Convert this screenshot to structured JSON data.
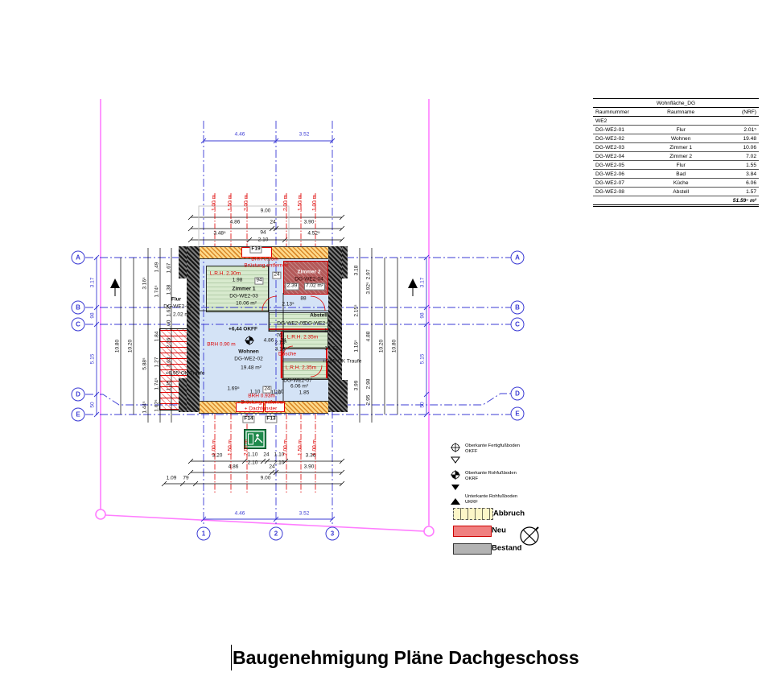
{
  "page_title": "Baugenehmigung Pläne Dachgeschoss",
  "table": {
    "title": "Wohnfläche_DG",
    "headers": [
      "Raumnummer",
      "Raumname",
      "(NRF)"
    ],
    "group": "WE2",
    "rows": [
      {
        "num": "DG-WE2-01",
        "name": "Flur",
        "area": "2.01⁵"
      },
      {
        "num": "DG-WE2-02",
        "name": "Wohnen",
        "area": "19.48"
      },
      {
        "num": "DG-WE2-03",
        "name": "Zimmer 1",
        "area": "10.06"
      },
      {
        "num": "DG-WE2-04",
        "name": "Zimmer 2",
        "area": "7.02"
      },
      {
        "num": "DG-WE2-05",
        "name": "Flur",
        "area": "1.55"
      },
      {
        "num": "DG-WE2-06",
        "name": "Bad",
        "area": "3.84"
      },
      {
        "num": "DG-WE2-07",
        "name": "Küche",
        "area": "6.06"
      },
      {
        "num": "DG-WE2-08",
        "name": "Abstell",
        "area": "1.57"
      }
    ],
    "total": "51.59⁴ m²"
  },
  "grid": {
    "rows": [
      "A",
      "B",
      "C",
      "D",
      "E"
    ],
    "cols": [
      "1",
      "2",
      "3"
    ]
  },
  "legend": {
    "okff1": "Oberkante Fertigfußboden",
    "okff2": "OKFF",
    "okrf1": "Oberkante Rohfußboden",
    "okrf2": "OKRF",
    "ukrf1": "Unterkante Rohfußboden",
    "ukrf2": "UKRF",
    "abbruch": "Abbruch",
    "neu": "Neu",
    "bestand": "Bestand"
  },
  "colors": {
    "neu": "#f08080",
    "bestand": "#b3b3b3",
    "abbruch": "#fdf6c8",
    "grid_blue": "#3b3bd4",
    "boundary_magenta": "#ff7dff",
    "annotation_red": "#dd0000"
  },
  "rooms": {
    "flur1": {
      "name": "Flur",
      "id": "DG-WE2-01",
      "area": "2.02 m²"
    },
    "wohnen": {
      "name": "Wohnen",
      "id": "DG-WE2-02",
      "area": "19.48 m²"
    },
    "zimmer1": {
      "name": "Zimmer 1",
      "id": "DG-WE2-03",
      "area": "10.06 m²"
    },
    "zimmer2": {
      "name": "Zimmer 2",
      "id": "DG-WE2-04",
      "area": "7.02 m²"
    },
    "flur2": {
      "id": "DG-WE2-05"
    },
    "kueche": {
      "id": "DG-WE2-07",
      "area": "6.06 m²"
    },
    "abstell": {
      "name": "Abstell",
      "id": "DG-WE2-08",
      "area": "1.57 m²"
    }
  },
  "annotations": {
    "okff_level": "+6,44 OKFF",
    "traufe_left": "+6,95⁵OK Traufe",
    "traufe_right": "+6,95⁵OK Traufe",
    "brh090": "BRH 0.90 m",
    "lrh230": "L.R.H. 2.30m",
    "lrh235a": "L.R.H. 2.35m",
    "lrh235b": "L.R.H. 2.35m",
    "dusche": "Dusche",
    "top_note1": "BRH 0.93m",
    "top_note2": "Brüstung entfernen",
    "bot_note1": "BRH 0.93m",
    "bot_note2": "Brüstung entfernen",
    "bot_note3": "+ Dachfenster",
    "f19": "F19",
    "f14": "F14",
    "f13": "F13"
  },
  "dims": {
    "top": {
      "d900": "9.00",
      "r2": [
        "4.86",
        "24",
        "3.90"
      ],
      "r3": [
        "3.48⁵",
        "94",
        "2.10",
        "4.52⁵"
      ]
    },
    "bottom": {
      "r1": [
        "3.20",
        "1.10",
        "2.10",
        "24",
        "1.10",
        "2.10",
        "3.36"
      ],
      "r2": [
        "4.86",
        "24",
        "3.90"
      ],
      "r3": [
        "1.09",
        "79",
        "9.00"
      ]
    },
    "blue": {
      "h1": "4.46",
      "h2": "3.52",
      "v": [
        "3.17",
        "98",
        "5.15",
        "50"
      ]
    },
    "left": {
      "t1": "10.80",
      "t2": "10.20",
      "c3": [
        "3.16⁵",
        "5.88⁵",
        "1.44⁵"
      ],
      "c4": [
        "1.49",
        "1.74⁵",
        "1.84",
        "1.27",
        "1.74⁵",
        "1.62⁵"
      ],
      "c5": [
        "1.67",
        "1.38",
        "1.62⁵",
        "1.00",
        "2.26",
        "1.63",
        "1.35"
      ]
    },
    "right": {
      "t1": "10.80",
      "t2": "10.20",
      "c3": [
        "3.18",
        "2.15⁵",
        "1.16⁵",
        "3.99"
      ],
      "c4": [
        "2.97",
        "3.92⁵",
        "4.88",
        "2.98",
        "2.95"
      ]
    },
    "heights": [
      "1.00 m",
      "1.50 m",
      "2.00 m",
      "2.00 m",
      "1.50 m",
      "1.00 m"
    ],
    "inner": {
      "a": "1.98",
      "b": "94",
      "c": "24",
      "d": "2.39",
      "e": "88",
      "f": "2.13⁵",
      "g": "76",
      "h": "2.13⁵",
      "i": "3.10",
      "j": "18",
      "k": "62",
      "l": "1.10",
      "m": "1.85",
      "n": "1.69⁵",
      "o": "1.10",
      "p": "24",
      "q": "1.10",
      "r": "4.86",
      "s": "24"
    }
  }
}
